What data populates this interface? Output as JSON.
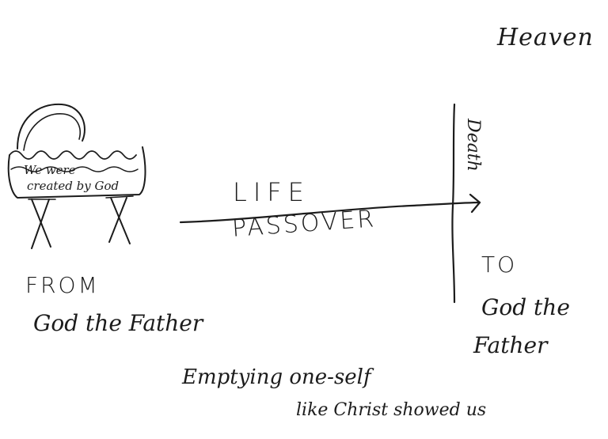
{
  "labels": {
    "heaven": "Heaven",
    "cradle_text_line1": "We were",
    "cradle_text_line2": "created by God",
    "life": "LIFE",
    "passover": "PASSOVER",
    "death": "Death",
    "from": "FROM",
    "from_who": "God the Father",
    "to": "TO",
    "to_who_line1": "God the",
    "to_who_line2": "Father",
    "emptying_line1": "Emptying one-self",
    "emptying_line2": "like Christ showed us"
  }
}
